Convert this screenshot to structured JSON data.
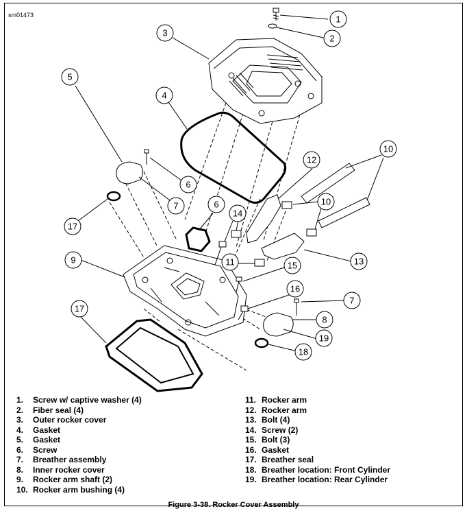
{
  "figure": {
    "ref_code": "sm01473",
    "caption": "Figure 3-38. Rocker Cover Assembly"
  },
  "callout_numbers": [
    "1",
    "2",
    "3",
    "4",
    "5",
    "6",
    "6",
    "7",
    "7",
    "8",
    "9",
    "10",
    "10",
    "11",
    "12",
    "13",
    "14",
    "15",
    "16",
    "17",
    "17",
    "18",
    "19"
  ],
  "legend": {
    "left": [
      {
        "num": "1.",
        "text": "Screw w/ captive washer (4)"
      },
      {
        "num": "2.",
        "text": "Fiber seal (4)"
      },
      {
        "num": "3.",
        "text": "Outer rocker cover"
      },
      {
        "num": "4.",
        "text": "Gasket"
      },
      {
        "num": "5.",
        "text": "Gasket"
      },
      {
        "num": "6.",
        "text": "Screw"
      },
      {
        "num": "7.",
        "text": "Breather assembly"
      },
      {
        "num": "8.",
        "text": "Inner rocker cover"
      },
      {
        "num": "9.",
        "text": "Rocker arm shaft (2)"
      },
      {
        "num": "10.",
        "text": "Rocker arm bushing (4)"
      }
    ],
    "right": [
      {
        "num": "11.",
        "text": "Rocker arm"
      },
      {
        "num": "12.",
        "text": "Rocker arm"
      },
      {
        "num": "13.",
        "text": "Bolt (4)"
      },
      {
        "num": "14.",
        "text": "Screw (2)"
      },
      {
        "num": "15.",
        "text": "Bolt (3)"
      },
      {
        "num": "16.",
        "text": "Gasket"
      },
      {
        "num": "17.",
        "text": "Breather seal"
      },
      {
        "num": "18.",
        "text": "Breather location: Front Cylinder"
      },
      {
        "num": "19.",
        "text": "Breather location: Rear Cylinder"
      }
    ]
  }
}
